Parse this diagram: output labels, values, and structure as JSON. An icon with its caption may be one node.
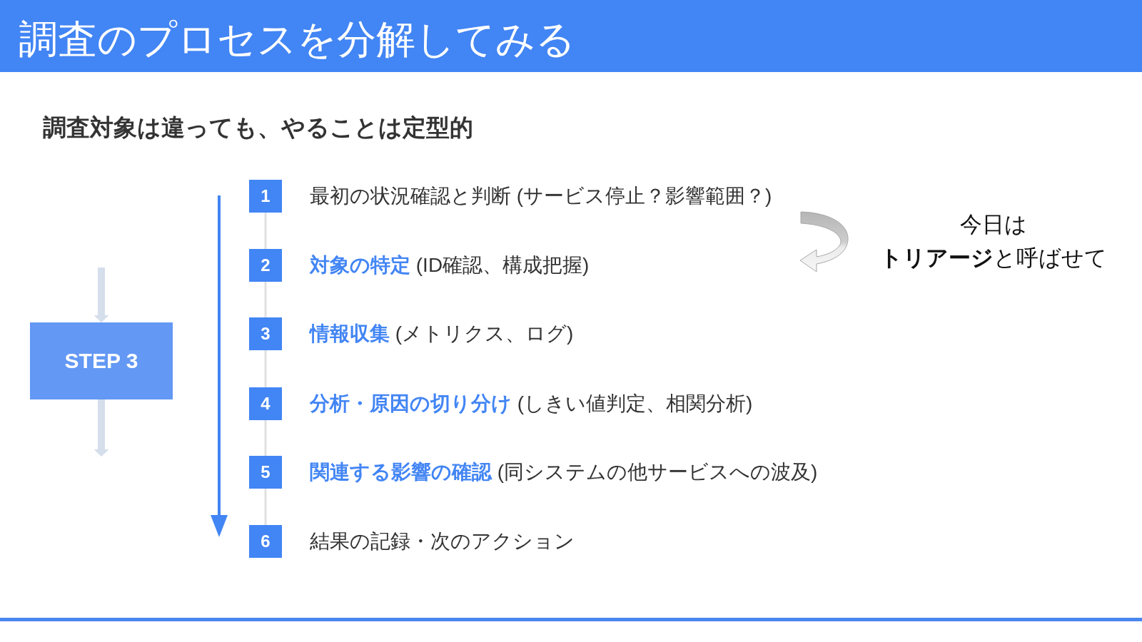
{
  "diagram": {
    "title": "調査のプロセスを分解してみる",
    "nodes": [
      {
        "text": [
          "STEP 3"
        ]
      },
      {
        "text": [
          "1"
        ],
        "beside": [
          "最初の状況確認と判断 (サービス停止？影響範囲？)"
        ]
      },
      {
        "text": [
          "2"
        ],
        "beside": [
          "**対象の特定** (ID確認、構成把握)"
        ]
      },
      {
        "text": [
          "3"
        ],
        "beside": [
          "**情報収集** (メトリクス、ログ)"
        ]
      },
      {
        "text": [
          "4"
        ],
        "beside": [
          "**分析・原因の切り分け** (しきい値判定、相関分析)"
        ]
      },
      {
        "text": [
          "5"
        ],
        "beside": [
          "**関連する影響の確認** (同システムの他サービスへの波及)"
        ]
      },
      {
        "text": [
          "6"
        ],
        "beside": [
          "結果の記録・次のアクション"
        ]
      }
    ],
    "edges": [
      {
        "from": null,
        "to": 0,
        "arrow": "to",
        "style": "thick",
        "color": "#d5deeb"
      },
      {
        "from": 0,
        "to": null,
        "arrow": "to",
        "style": "thick",
        "color": "#d5deeb"
      },
      {
        "from": 1,
        "to": 2,
        "arrow": "none"
      },
      {
        "from": 2,
        "to": 3,
        "arrow": "none"
      },
      {
        "from": 3,
        "to": 4,
        "arrow": "none"
      },
      {
        "from": 4,
        "to": 5,
        "arrow": "none"
      },
      {
        "from": 5,
        "to": 6,
        "arrow": "none"
      }
    ],
    "labels": [
      "調査対象は違っても、やることは定型的",
      "今日は",
      "**トリアージ**と呼ばせて"
    ]
  }
}
